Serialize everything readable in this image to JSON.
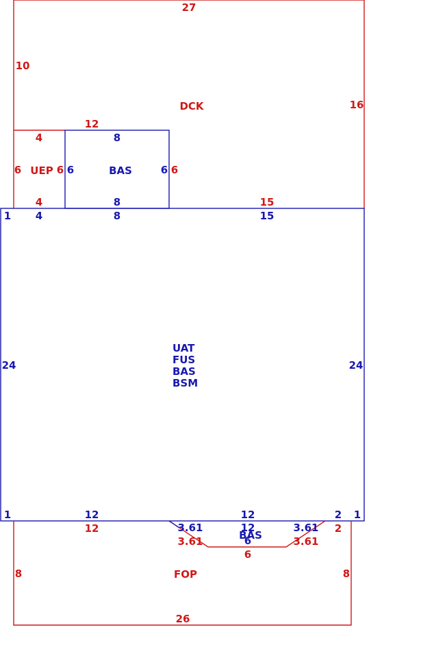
{
  "colors": {
    "exterior": "#d01818",
    "interior": "#1818b0"
  },
  "areas": {
    "dck": {
      "label": "DCK"
    },
    "uep": {
      "label": "UEP"
    },
    "upper_bas": {
      "label": "BAS"
    },
    "main": {
      "labels": [
        "UAT",
        "FUS",
        "BAS",
        "BSM"
      ]
    },
    "bay_bas": {
      "label": "BAS"
    },
    "fop": {
      "label": "FOP"
    }
  },
  "dimensions": {
    "dck_top": "27",
    "dck_left": "10",
    "dck_right": "16",
    "dck_bottom_left": "12",
    "dck_bottom_right": "15",
    "uep_top": "4",
    "uep_left": "6",
    "uep_right": "6",
    "uep_bottom": "4",
    "bas_top": "8",
    "bas_left": "6",
    "bas_right_inner": "6",
    "bas_right_outer": "6",
    "bas_bottom": "8",
    "main_top_left_corner": "1",
    "main_top_uep": "4",
    "main_top_bas": "8",
    "main_top_right": "15",
    "main_left": "24",
    "main_right": "24",
    "main_bottom_left_corner": "1",
    "main_bottom_left": "12",
    "main_bottom_mid": "12",
    "main_bottom_right_small": "2",
    "main_bottom_right_corner": "1",
    "fop_top_left": "12",
    "fop_top_right": "2",
    "fop_left": "8",
    "fop_right": "8",
    "fop_bottom": "26",
    "bay_diag_left_blue": "3.61",
    "bay_diag_left_red": "3.61",
    "bay_mid_blue": "12",
    "bay_bottom_blue": "6",
    "bay_bottom_red": "6",
    "bay_diag_right_blue": "3.61",
    "bay_diag_right_red": "3.61"
  }
}
